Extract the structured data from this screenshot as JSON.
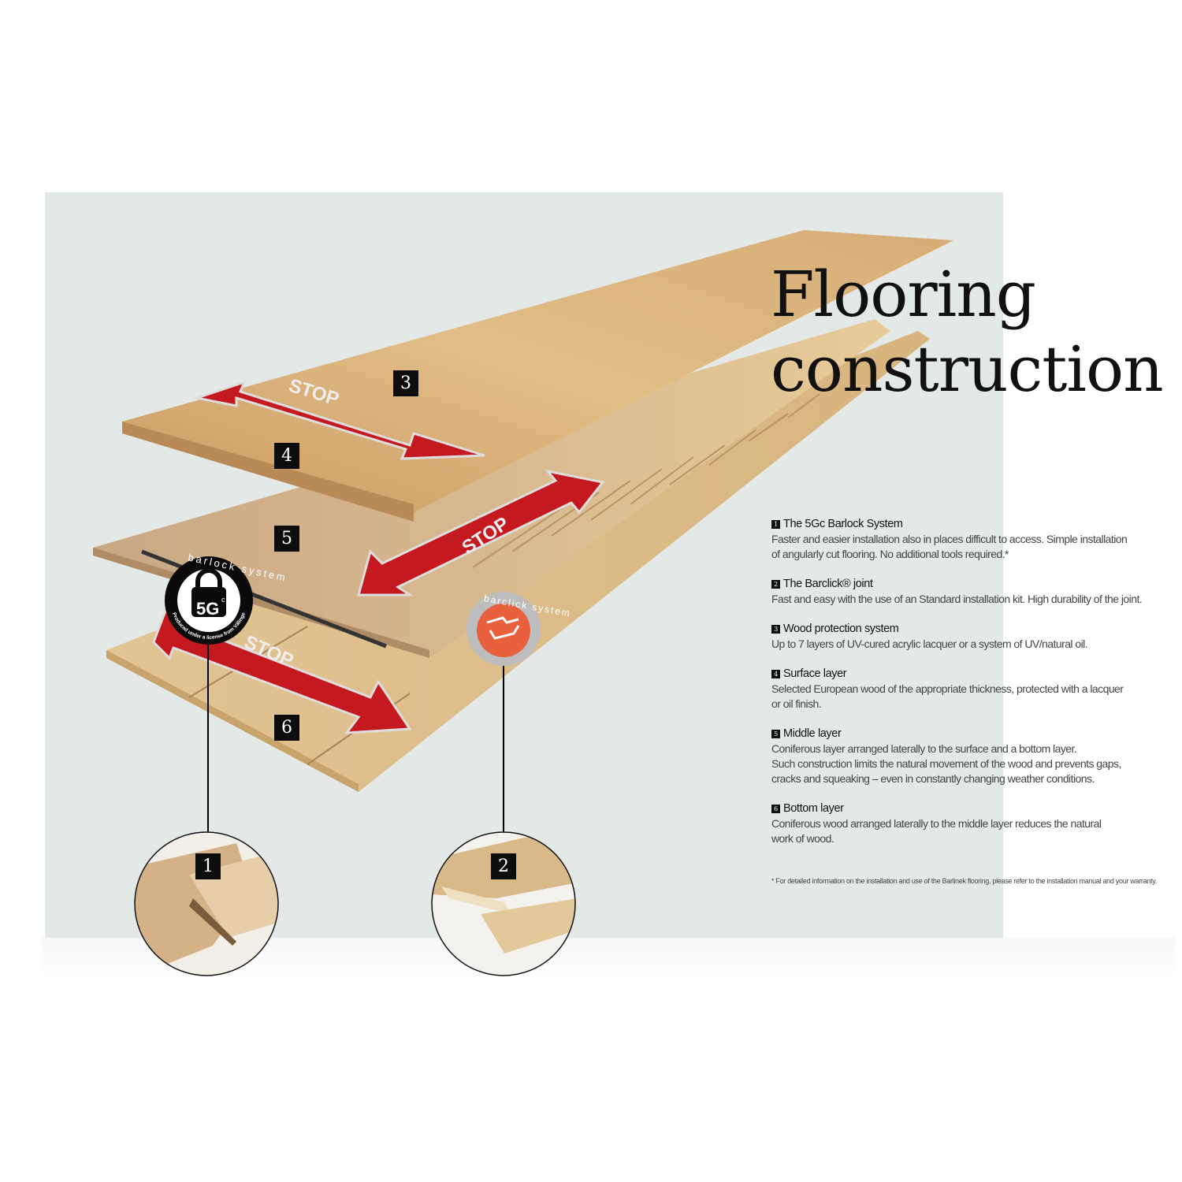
{
  "title": {
    "line1": "Flooring",
    "line2": "construction"
  },
  "layer_tags": [
    "1",
    "2",
    "3",
    "4",
    "5",
    "6"
  ],
  "arrow_label": "STOP",
  "badges": {
    "barlock": {
      "ring_text": "barlock system",
      "center": "5G",
      "superscript": "c",
      "small_text": "Produced under a license from Välinge"
    },
    "barclick": {
      "ring_text": "barclick system"
    }
  },
  "features": [
    {
      "num": "1",
      "title": "The 5Gc Barlock System",
      "text": "Faster and easier installation also in places difficult to access. Simple installation\nof angularly cut flooring. No additional tools required.*"
    },
    {
      "num": "2",
      "title": "The Barclick® joint",
      "text": "Fast  and easy with the use of an Standard installation kit. High durability of the joint."
    },
    {
      "num": "3",
      "title": "Wood protection system",
      "text": "Up to 7 layers of UV-cured acrylic lacquer or a system of UV/natural oil."
    },
    {
      "num": "4",
      "title": "Surface layer",
      "text": "Selected European wood of the appropriate thickness, protected with a lacquer\nor oil finish."
    },
    {
      "num": "5",
      "title": "Middle layer",
      "text": "Coniferous layer arranged laterally to the surface and a bottom layer.\nSuch construction limits the natural movement of the wood and prevents gaps,\ncracks and squeaking – even in constantly changing weather conditions."
    },
    {
      "num": "6",
      "title": "Bottom layer",
      "text": "Coniferous wood arranged laterally to the middle layer reduces the natural\nwork of wood."
    }
  ],
  "footnote": "* For detailed information on the installation and use of the Barlinek flooring, please refer to the installation manual and your warranty.",
  "colors": {
    "panel": "#e3e9e6",
    "arrow": "#c41a1f",
    "barclick": "#e8603c",
    "wood": "#d9b27c"
  }
}
